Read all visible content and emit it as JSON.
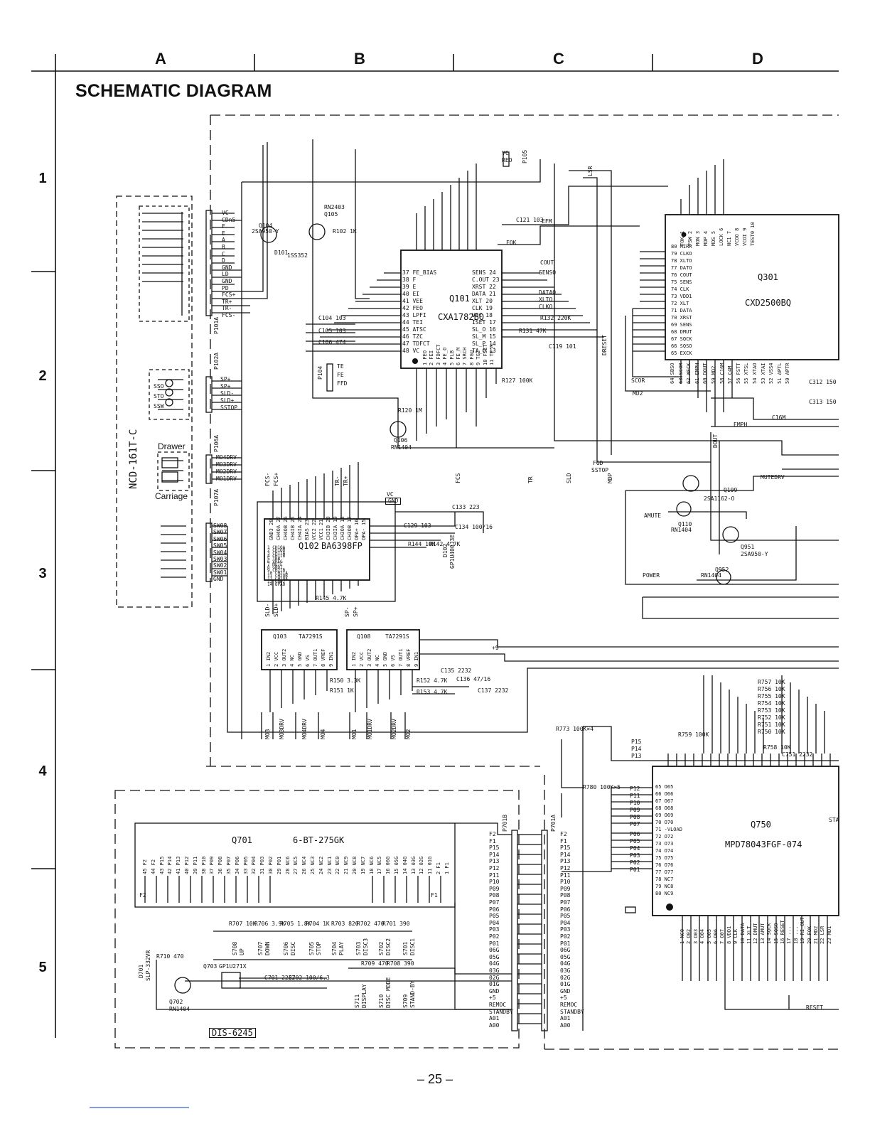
{
  "header": {
    "columns": [
      "A",
      "B",
      "C",
      "D"
    ],
    "rows": [
      "1",
      "2",
      "3",
      "4",
      "5"
    ],
    "title": "SCHEMATIC DIAGRAM"
  },
  "footer": {
    "page_number": "– 25 –"
  },
  "components": {
    "q101": {
      "ref": "Q101",
      "part": "CXA1782BQ"
    },
    "q102": {
      "ref": "Q102",
      "part": "BA6398FP"
    },
    "q103": {
      "ref": "Q103",
      "part": "TA7291S"
    },
    "q108": {
      "ref": "Q108",
      "part": "TA7291S"
    },
    "q301": {
      "ref": "Q301",
      "part": "CXD2500BQ"
    },
    "q701": {
      "ref": "Q701",
      "part": "6-BT-275GK"
    },
    "q750": {
      "ref": "Q750",
      "part": "MPD78043FGF-074"
    },
    "q104": {
      "ref": "Q104",
      "part": "2SA950-Y"
    },
    "q105": {
      "ref": "Q105",
      "part": "RN2403"
    },
    "q106": {
      "ref": "Q106",
      "part": "RN1404"
    },
    "q109": {
      "ref": "Q109",
      "part": "2SA1162-O"
    },
    "q110": {
      "ref": "Q110",
      "part": "RN1404"
    },
    "q951": {
      "ref": "Q951",
      "part": "2SA950-Y"
    },
    "q952": {
      "ref": "Q952",
      "part": "RN1404"
    },
    "q702": {
      "ref": "Q702",
      "part": "RN1404"
    },
    "q703": {
      "ref": "Q703",
      "part": "GP1U271X"
    },
    "d701": {
      "ref": "D701",
      "part": "SLP-332VR"
    },
    "d101": {
      "ref": "D101",
      "part": "1SS352"
    },
    "d102": {
      "ref": "D102",
      "part": "GP1U400J3E"
    }
  },
  "blocks": {
    "pickup_unit": "NCD-161T-C",
    "drawer": "Drawer",
    "carriage": "Carriage",
    "display_unit": "DIS-6245"
  },
  "connectors": {
    "p101a": {
      "ref": "P101A",
      "pins": [
        "VC",
        "CDn5",
        "F",
        "E",
        "A",
        "B",
        "C",
        "D",
        "GND",
        "LD",
        "GND",
        "PD",
        "FCS+",
        "TR+",
        "TR-",
        "FCS-"
      ]
    },
    "p102a": {
      "ref": "P102A",
      "pins": [
        "SP+",
        "SP+",
        "SLD-",
        "SLD+",
        "SSTOP"
      ]
    },
    "p106a": {
      "ref": "P106A",
      "pins": [
        "MO4DRV",
        "MO3DRV",
        "MO2DRV",
        "MO1DRV"
      ]
    },
    "p107a": {
      "ref": "P107A",
      "pins": [
        "SW08",
        "SW07",
        "SW06",
        "SW05",
        "SW04",
        "SW03",
        "SW02",
        "SW01",
        "GND"
      ]
    },
    "p104": {
      "ref": "P104",
      "pins": [
        "TE",
        "FE",
        "FFD"
      ]
    },
    "p105": {
      "ref": "P105",
      "pins": [
        "VC",
        "REO"
      ]
    },
    "p701b": {
      "ref": "P701B",
      "pins": [
        "F2",
        "F1",
        "P15",
        "P14",
        "P13",
        "P12",
        "P11",
        "P10",
        "P09",
        "P08",
        "P07",
        "P06",
        "P05",
        "P04",
        "P03",
        "P02",
        "P01",
        "06G",
        "05G",
        "04G",
        "03G",
        "02G",
        "01G",
        "GND",
        "+5",
        "REMOC",
        "STANDBY",
        "A01",
        "A00"
      ]
    },
    "p701a": {
      "ref": "P701A",
      "pins": [
        "F2",
        "F1",
        "P15",
        "P14",
        "P13",
        "P12",
        "P11",
        "P10",
        "P09",
        "P08",
        "P07",
        "P06",
        "P05",
        "P04",
        "P03",
        "P02",
        "P01",
        "06G",
        "05G",
        "04G",
        "03G",
        "02G",
        "01G",
        "GND",
        "+5",
        "REMOC",
        "STANDBY",
        "A01",
        "A00"
      ]
    }
  },
  "q101_pins": {
    "left": [
      "37 FE_BIAS",
      "38 F",
      "39 E",
      "40 EI",
      "41 VEE",
      "42 FEO",
      "43 LPFI",
      "44 TEI",
      "45 ATSC",
      "46 TZC",
      "47 TDFCT",
      "48 VC"
    ],
    "right": [
      "SENS 24",
      "C.OUT 23",
      "XRST 22",
      "DATA 21",
      "XLT 20",
      "CLK 19",
      "VCC 18",
      "ISET 17",
      "SL_O 16",
      "SL_M 15",
      "SL_P 14",
      "TA_O 13"
    ],
    "bottom": [
      "1 FEO",
      "2 FEI",
      "3 FDFCT",
      "4 FE_O",
      "5 FLB",
      "6 FE_M",
      "7 SRCH",
      "8 FGU",
      "9 TG2",
      "10 FSET",
      "11 TE_M"
    ]
  },
  "q102_pins": {
    "top": [
      "GND3 28",
      "CH4OA 27",
      "CH4OB 26",
      "CH4IB 25",
      "CH4IA 24",
      "BIAS 23",
      "VCC2 22",
      "VCC1 21",
      "CH3IB 20",
      "CH3IA 19",
      "CH3OA 18",
      "CH3OB 17",
      "OPA+ 16",
      "OPA- 15"
    ],
    "bottom": [
      "1 CH1OA",
      "2 CH1OB",
      "3 CH1IA",
      "4 CH1IB",
      "5 TRB",
      "6 VREG",
      "7 MUTE",
      "8 GND1",
      "9 CH2IB",
      "10 CH2IA",
      "11 CH2OB",
      "12 CH2OA",
      "13 GND2",
      "14 OPAO"
    ]
  },
  "q103_pins": [
    "1 IN2",
    "2 VCC",
    "3 OUT2",
    "4 NC",
    "5 GND",
    "6 VS",
    "7 OUT1",
    "8 VREF",
    "9 IN1"
  ],
  "q108_pins": [
    "1 IN2",
    "2 VCC",
    "3 OUT2",
    "4 NC",
    "5 GND",
    "6 VS",
    "7 OUT1",
    "8 VREF",
    "9 IN1"
  ],
  "q301_pins": {
    "left": [
      "80 MIRR",
      "79 CLKO",
      "78 XLTO",
      "77 DATO",
      "76 COUT",
      "75 SENS",
      "74 CLK",
      "73 VDD1",
      "72 XLT",
      "71 DATA",
      "70 XRST",
      "69 SENS",
      "68 DMUT",
      "67 SQCK",
      "66 SQSO",
      "65 EXCK"
    ],
    "top": [
      "FOK 1",
      "FSW 2",
      "MON 3",
      "MDP 4",
      "MDS 5",
      "LOCK 6",
      "NC1 7",
      "VCOO 8",
      "VCOI 9",
      "TEST0 10"
    ],
    "bottom": [
      "64 SBSO",
      "63 SCOR",
      "62 WFCK",
      "61 EMPH",
      "60 DOUT",
      "59 MD2",
      "58 C16M",
      "57 C4M",
      "56 FSTT",
      "55 XTSL",
      "54 XTAO",
      "53 XTAI",
      "52 VSS4",
      "51 APTL",
      "50 APTR"
    ]
  },
  "q750_pins": {
    "left": [
      "65 O65",
      "66 O66",
      "67 O67",
      "68 O68",
      "69 O69",
      "70 O70",
      "71 -VLOAD",
      "72 O72",
      "73 O73",
      "74 O74",
      "75 O75",
      "76 O76",
      "77 O77",
      "78 NC7",
      "79 NC8",
      "80 NC9"
    ],
    "bottom": [
      "1 NC0",
      "2 O02",
      "3 O03",
      "4 O04",
      "5 O05",
      "6 O06",
      "7 O07",
      "8 VDD1",
      "9 CLK",
      "10 DATA",
      "11 XLT",
      "12 DMUT",
      "13 AMUT",
      "14 SQCK",
      "15 SQSO",
      "16 RESET",
      "17 ...",
      "18 ...",
      "19 RI_OUT",
      "20 FOK",
      "21 MD2",
      "22 LSR",
      "23 MD1"
    ]
  },
  "q701_pins": [
    "45 F2",
    "44 F2",
    "43 P15",
    "42 P14",
    "41 P13",
    "40 P12",
    "39 P11",
    "38 P10",
    "37 P09",
    "36 P08",
    "35 P07",
    "34 P06",
    "33 P05",
    "32 P04",
    "31 P03",
    "30 P02",
    "29 P01",
    "28 NC6",
    "27 NC5",
    "26 NC4",
    "25 NC3",
    "24 NC2",
    "23 NC1",
    "22 NC0",
    "21 NC9",
    "20 NC8",
    "19 NC7",
    "18 NC6",
    "17 NC5",
    "16 06G",
    "15 05G",
    "14 04G",
    "13 03G",
    "12 02G",
    "11 01G",
    "2 F1",
    "1 F1"
  ],
  "switches": [
    {
      "ref": "S708",
      "name": "UP"
    },
    {
      "ref": "S707",
      "name": "DOWN"
    },
    {
      "ref": "S706",
      "name": "DISC"
    },
    {
      "ref": "S705",
      "name": "STOP"
    },
    {
      "ref": "S704",
      "name": "PLAY"
    },
    {
      "ref": "S703",
      "name": "DISC3"
    },
    {
      "ref": "S702",
      "name": "DISC2"
    },
    {
      "ref": "S701",
      "name": "DISC1"
    },
    {
      "ref": "S711",
      "name": "DISPLAY"
    },
    {
      "ref": "S710",
      "name": "DISC MODE"
    },
    {
      "ref": "S709",
      "name": "STAND-BY"
    }
  ],
  "resistors": {
    "display_top": [
      "R707 10K",
      "R706 3.9K",
      "R705 1.8K",
      "R704 1K",
      "R703 820",
      "R702 470",
      "R701 390"
    ],
    "display_bottom": [
      "R709 470",
      "R708 390"
    ],
    "r710": "R710 470",
    "r757_r750": [
      "R757 10K",
      "R756 10K",
      "R755 10K",
      "R754 10K",
      "R753 10K",
      "R752 10K",
      "R751 10K",
      "R750 10K"
    ],
    "r773": "R773 100K×4",
    "r780": "R780 100K×5",
    "r759": "R759 100K",
    "r758": "R758 10K",
    "r144": "R144 10K",
    "r142": "R142 4.7K",
    "r145": "R145 4.7K",
    "r150": "R150 3.3K",
    "r151": "R151 1K",
    "r152": "R152 4.7K",
    "r153": "R153 4.7K",
    "r102": "R102 1K",
    "r120": "R120 1M",
    "r127": "R127 100K",
    "r132": "R132 220K",
    "r131": "R131 47K"
  },
  "capacitors": {
    "c133": "C133 223",
    "c134": "C134 100/16",
    "c129": "C129 103",
    "c135": "C135 2232",
    "c136": "C136 47/16",
    "c137": "C137 2232",
    "c104": "C104 103",
    "c105": "C105 103",
    "c106": "C106 474",
    "c121": "C121 103",
    "c701": "C701 2232",
    "c702": "C702 100/6.3",
    "c312": "C312 150",
    "c313": "C313 150",
    "c751": "C751 2232",
    "c119": "C119 101"
  },
  "nets": {
    "fcs_plus": "FCS+",
    "fcs_minus": "FCS-",
    "tr_plus": "TR+",
    "tr_minus": "TR-",
    "sld_minus": "SLD-",
    "sld_plus": "SLD+",
    "sp_minus": "SP-",
    "sp_plus": "SP+",
    "vc": "VC",
    "gnd": "GND",
    "plus9": "+9",
    "lsr": "LSR",
    "efm": "EFM",
    "fok": "FOK",
    "cout": "COUT",
    "senso": "SENSO",
    "datao": "DATAO",
    "xlto": "XLTO",
    "clko": "CLKO",
    "dreset": "DRESET",
    "fgd": "FGD",
    "sstop": "SSTOP",
    "mdp": "MDP",
    "sld": "SLD",
    "tr": "TR",
    "fcs": "FCS",
    "scor": "SCOR",
    "md2": "MD2",
    "emph": "EMPH",
    "dout": "DOUT",
    "c16m": "C16M",
    "mutedrv": "MUTEDRV",
    "amute": "AMUTE",
    "power": "POWER",
    "reset": "RESET",
    "mo3": "MO3",
    "mo3drv": "MO3DRV",
    "mo4drv": "MO4DRV",
    "mo4": "MO4",
    "mo1": "MO1",
    "mo1drv": "MO1DRV",
    "mo2drv": "MO2DRV",
    "mo2": "MO2",
    "p15": "P15",
    "p14": "P14",
    "p13": "P13",
    "p12": "P12",
    "p11": "P11",
    "p10": "P10",
    "p09": "P09",
    "p08": "P08",
    "p07": "P07",
    "p06": "P06",
    "p05": "P05",
    "p04": "P04",
    "p03": "P03",
    "p02": "P02",
    "p01": "P01",
    "f2": "F2",
    "f1": "F1",
    "stand": "STA",
    "ssw": "SSW",
    "sto": "STO",
    "sso": "SSO"
  },
  "palette": {
    "ink": "#111111",
    "paper": "#ffffff"
  }
}
